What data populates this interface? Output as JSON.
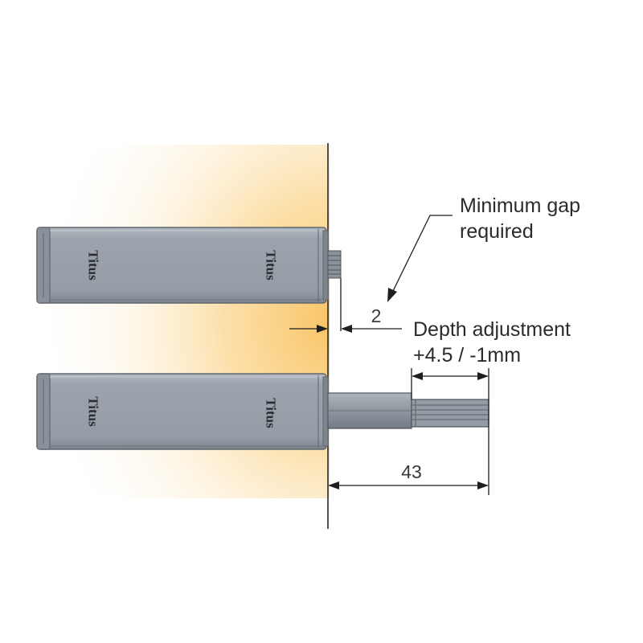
{
  "annotations": {
    "minimum_gap": {
      "line1": "Minimum gap",
      "line2": "required"
    },
    "depth_adjustment": {
      "line1": "Depth adjustment",
      "line2": "+4.5 / -1mm"
    },
    "gap_value": "2",
    "length_value": "43"
  },
  "brand_marks": {
    "latch_top_left": "Titus",
    "latch_top_right": "Titus",
    "latch_bottom_left": "Titus",
    "latch_bottom_right": "Titus"
  },
  "colors": {
    "body_fill": "#9aa1aa",
    "body_edge": "#5f666e",
    "glow": "#f9c466",
    "line": "#1e1e1e"
  }
}
